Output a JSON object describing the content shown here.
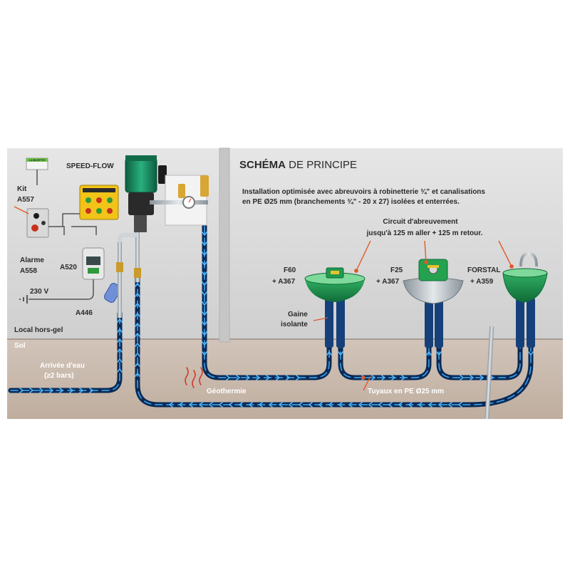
{
  "title": {
    "bold": "SCHÉMA",
    "rest": " DE PRINCIPE"
  },
  "description": {
    "line1": "Installation optimisée avec abreuvoirs à robinetterie ¾\" et canalisations",
    "line2": "en PE Ø25 mm (branchements ¾\" - 20 x 27) isolées et enterrées."
  },
  "circuit": {
    "line1": "Circuit d'abreuvement",
    "line2": "jusqu'à 125 m aller + 125 m retour."
  },
  "speed_flow": "SPEED-FLOW",
  "kit": {
    "name": "Kit",
    "ref": "A557",
    "label": "LA BUVETTE"
  },
  "alarm": {
    "name": "Alarme",
    "ref": "A558"
  },
  "a520": "A520",
  "a446": "A446",
  "voltage": "230 V",
  "local": "Local hors-gel",
  "sol": "Sol",
  "arrivee": {
    "line1": "Arrivée d'eau",
    "line2": "(≥2 bars)"
  },
  "geothermie": "Géothermie",
  "tuyaux": "Tuyaux en PE Ø25 mm",
  "gaine": {
    "line1": "Gaine",
    "line2": "isolante"
  },
  "bowls": [
    {
      "name": "F60",
      "ref": "+ A367"
    },
    {
      "name": "F25",
      "ref": "+ A367"
    },
    {
      "name": "FORSTAL",
      "ref": "+ A359"
    }
  ],
  "panel_label": "SPEED-FLOW",
  "colors": {
    "wall": "#d6d6d6",
    "ground": "#c9bbb1",
    "pipe": "#0a2a55",
    "pipe_stripe": "#3fa9f5",
    "bowl": "#1f9a4f",
    "pump": "#1b8a62",
    "callout": "#e05a2a"
  }
}
